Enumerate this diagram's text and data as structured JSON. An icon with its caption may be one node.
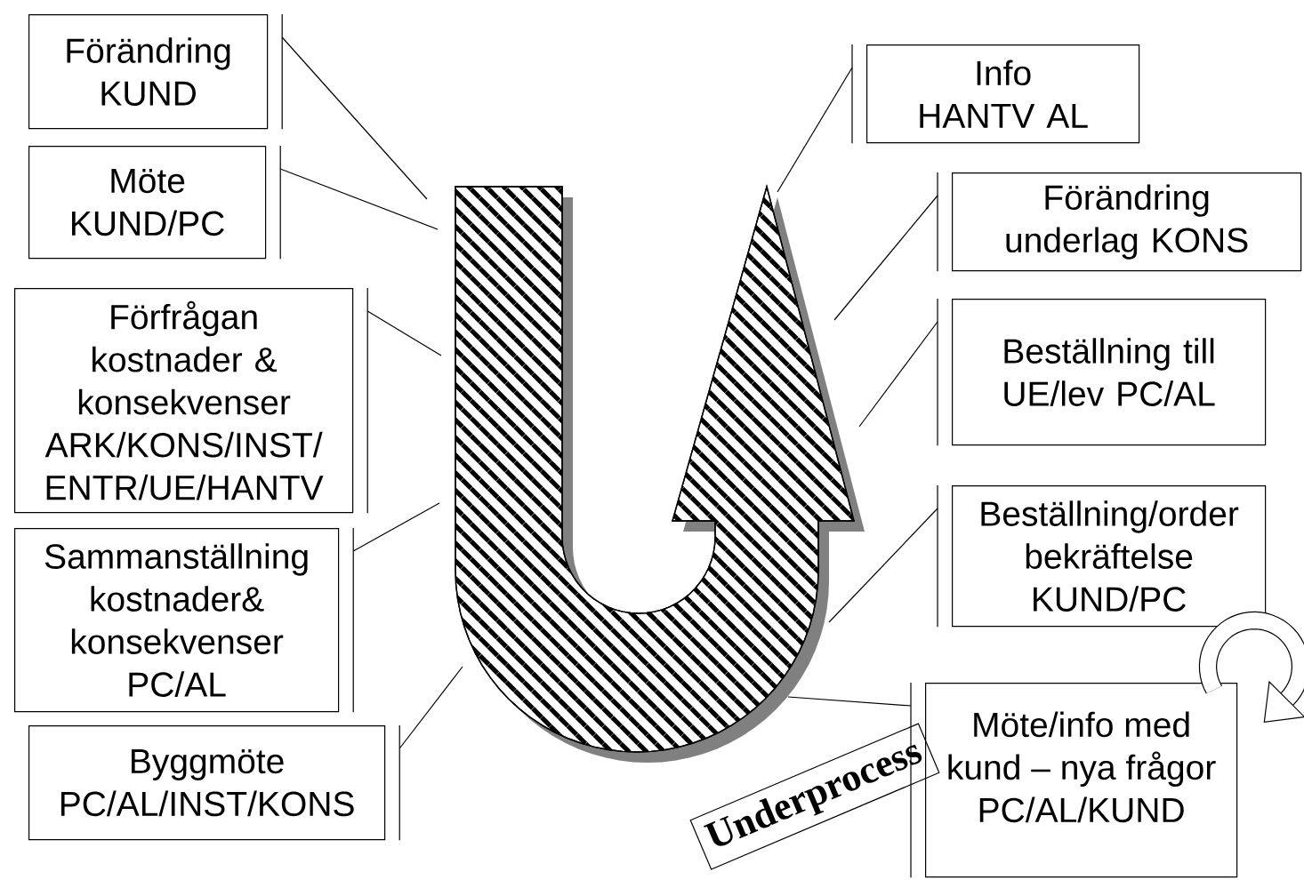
{
  "diagram": {
    "nodes": [
      {
        "text": [
          "Förändring KUND"
        ]
      },
      {
        "text": [
          "Möte KUND/PC"
        ]
      },
      {
        "text": [
          "Förfrågan kostnader & konsekvenser ARK/KONS/INST/ ENTR/UE/HANTV"
        ]
      },
      {
        "text": [
          "Sammanställning kostnader& konsekvenser PC/AL"
        ]
      },
      {
        "text": [
          "Byggmöte PC/AL/INST/KONS"
        ]
      },
      {
        "text": [],
        "shape": "arrow"
      },
      {
        "text": [
          "Info HANTV AL"
        ]
      },
      {
        "text": [
          "Förändring underlag KONS"
        ]
      },
      {
        "text": [
          "Beställning till UE/lev PC/AL"
        ]
      },
      {
        "text": [
          "Beställning/order bekräftelse KUND/PC"
        ]
      },
      {
        "text": [
          "Underprocess"
        ]
      },
      {
        "text": [
          "Möte/info med kund – nya frågor PC/AL/KUND"
        ]
      }
    ],
    "edges": [
      {
        "from": 0,
        "to": 5,
        "arrow": "none"
      },
      {
        "from": 1,
        "to": 5,
        "arrow": "none"
      },
      {
        "from": 2,
        "to": 5,
        "arrow": "none"
      },
      {
        "from": 3,
        "to": 5,
        "arrow": "none"
      },
      {
        "from": 4,
        "to": 5,
        "arrow": "none"
      },
      {
        "from": 6,
        "to": 5,
        "arrow": "none"
      },
      {
        "from": 7,
        "to": 5,
        "arrow": "none"
      },
      {
        "from": 8,
        "to": 5,
        "arrow": "none"
      },
      {
        "from": 9,
        "to": 5,
        "arrow": "none"
      },
      {
        "from": 11,
        "to": 5,
        "arrow": "none"
      }
    ]
  }
}
